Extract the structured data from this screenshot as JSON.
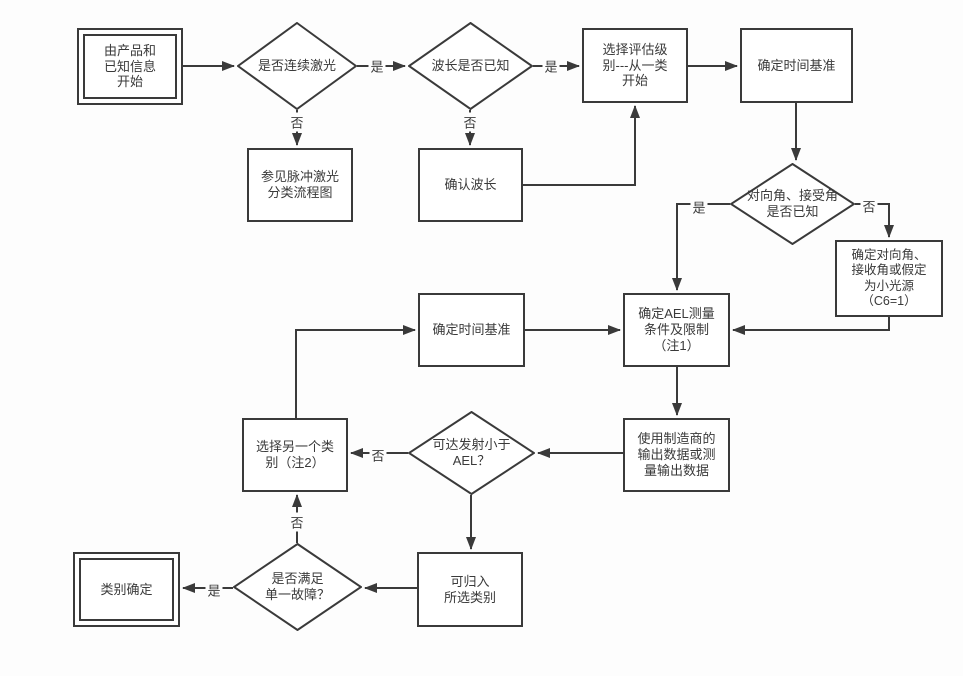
{
  "labels": {
    "yes": "是",
    "no": "否"
  },
  "nodes": {
    "start": "由产品和\n已知信息\n开始",
    "d_continuous": "是否连续激光",
    "pulse_ref": "参见脉冲激光\n分类流程图",
    "d_wavelength": "波长是否已知",
    "confirm_wavelength": "确认波长",
    "select_class": "选择评估级\n别---从一类\n开始",
    "time_base_top": "确定时间基准",
    "d_angle": "对向角、接受角\n是否已知",
    "small_source": "确定对向角、\n接收角或假定\n为小光源\n（C6=1）",
    "time_base_mid": "确定时间基准",
    "ael_limits": "确定AEL测量\n条件及限制\n（注1）",
    "manufacturer_data": "使用制造商的\n输出数据或测\n量输出数据",
    "d_ael": "可达发射小于\nAEL？",
    "another_class": "选择另一个类\n别（注2）",
    "d_single_fault": "是否满足\n单一故障？",
    "assign_class": "可归入\n所选类别",
    "class_confirmed": "类别确定"
  }
}
